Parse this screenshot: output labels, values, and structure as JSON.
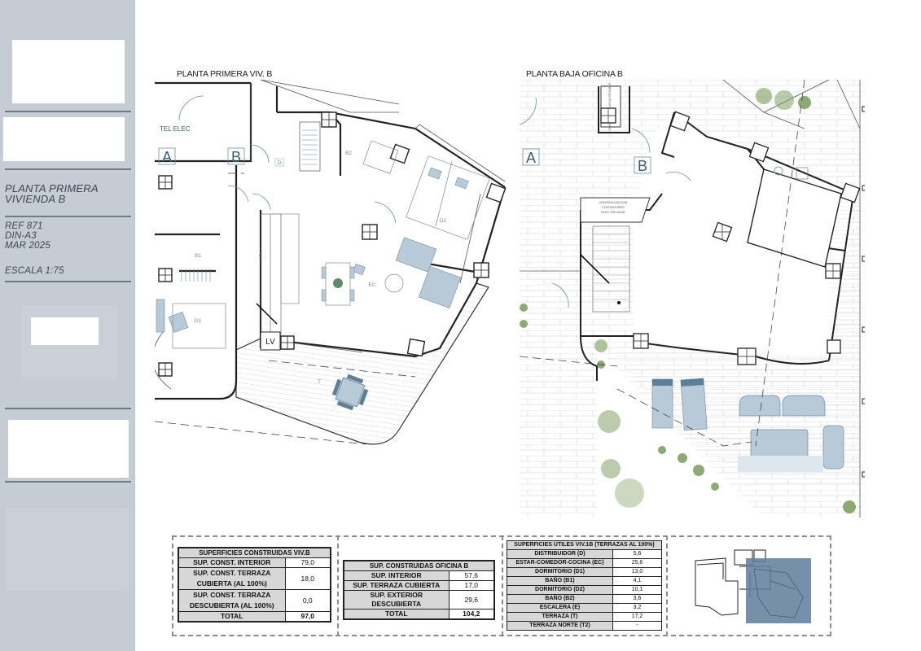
{
  "sidebar": {
    "title_line1": "PLANTA PRIMERA",
    "title_line2": "VIVIENDA B",
    "ref": "REF  871",
    "format": "DIN-A3",
    "date": "MAR 2025",
    "scale": "ESCALA 1:75"
  },
  "plans": {
    "left": {
      "title": "PLANTA PRIMERA VIV. B",
      "labels": {
        "a": "A",
        "b": "B",
        "tel_elec": "TEL   ELEC",
        "d": "D",
        "b2": "B2",
        "d2": "D2",
        "b1": "B1",
        "e": "E",
        "ec": "EC",
        "d1": "D1",
        "lv": "LV",
        "t": "T"
      }
    },
    "right": {
      "title": "PLANTA BAJA OFICINA B",
      "labels": {
        "a": "A",
        "b": "B",
        "contadores_agua": "CONTADORES AGUA POTABLE",
        "centralizacion_1": "CENTRALIZACION",
        "centralizacion_2": "CONTADORES",
        "centralizacion_3": "ELECTRICIDAD"
      }
    }
  },
  "table_viv": {
    "header": "SUPERFICIES CONSTRUIDAS VIV.B",
    "rows": [
      {
        "label": "SUP. CONST. INTERIOR",
        "value": "79,0"
      },
      {
        "label": "SUP. CONST. TERRAZA CUBIERTA (AL 100%)",
        "label1": "SUP. CONST. TERRAZA",
        "label2": "CUBIERTA (AL 100%)",
        "value": "18,0"
      },
      {
        "label": "SUP. CONST. TERRAZA DESCUBIERTA (AL 100%)",
        "label1": "SUP. CONST. TERRAZA",
        "label2": "DESCUBIERTA (AL 100%)",
        "value": "0,0"
      },
      {
        "label": "TOTAL",
        "value": "97,0"
      }
    ]
  },
  "table_oficina": {
    "header": "SUP. CONSTRUIDAS OFICINA B",
    "rows": [
      {
        "label": "SUP. INTERIOR",
        "value": "57,6"
      },
      {
        "label": "SUP. TERRAZA CUBIERTA",
        "value": "17,0"
      },
      {
        "label": "SUP. EXTERIOR DESCUBIERTA",
        "value": "29,6"
      },
      {
        "label": "TOTAL",
        "value": "104,2"
      }
    ]
  },
  "table_utiles": {
    "header": "SUPERFICIES ÚTILES VIV.1B (TERRAZAS AL 100%)",
    "rows": [
      {
        "label": "DISTRIBUIDOR (D)",
        "value": "5,6"
      },
      {
        "label": "ESTAR-COMEDOR-COCINA (EC)",
        "value": "25,6"
      },
      {
        "label": "DORMITORIO (D1)",
        "value": "13,0"
      },
      {
        "label": "BAÑO (B1)",
        "value": "4,1"
      },
      {
        "label": "DORMITORIO (D2)",
        "value": "10,1"
      },
      {
        "label": "BAÑO (B2)",
        "value": "3,6"
      },
      {
        "label": "ESCALERA (E)",
        "value": "3,2"
      },
      {
        "label": "TERRAZA (T)",
        "value": "17,2"
      },
      {
        "label": "TERRAZA NORTE (T2)",
        "value": "-"
      }
    ]
  },
  "colors": {
    "sidebar_bg": "#c5ccd4",
    "furniture_blue": "#b8c9d8",
    "furniture_dark": "#5f7f98",
    "key_plan_overlay": "#5f7d9b",
    "plant_green": "#7a9a5a"
  }
}
